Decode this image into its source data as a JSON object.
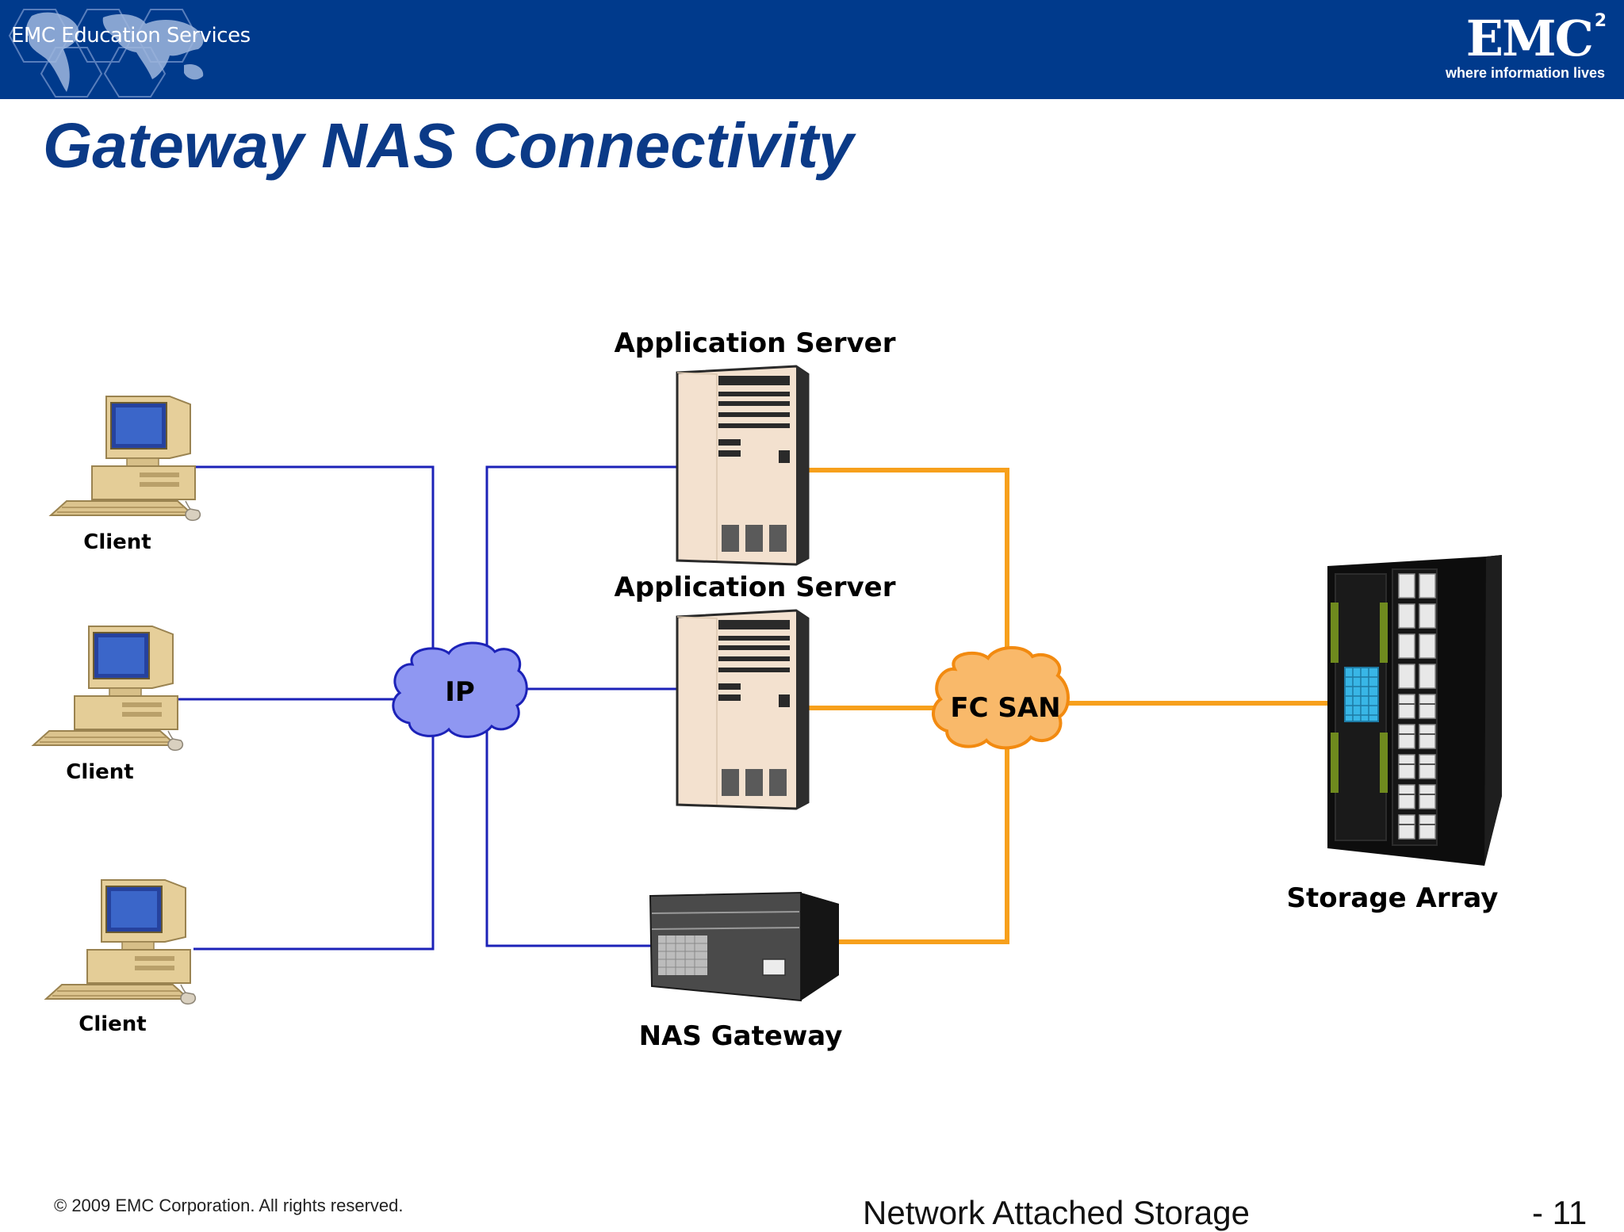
{
  "header": {
    "education_label": "EMC Education Services",
    "logo_text": "EMC",
    "logo_superscript": "2",
    "tagline": "where information lives"
  },
  "slide": {
    "title": "Gateway NAS Connectivity"
  },
  "diagram": {
    "clients": [
      "Client",
      "Client",
      "Client"
    ],
    "ip_network": "IP",
    "app_servers": [
      "Application Server",
      "Application Server"
    ],
    "nas_gateway": "NAS Gateway",
    "fc_san": "FC SAN",
    "storage_array": "Storage Array",
    "colors": {
      "ip_links": "#1c22b8",
      "fc_links": "#f7a01c",
      "ip_cloud": "#8f97f2",
      "fc_cloud": "#f9b96a",
      "header": "#003a8c",
      "title": "#0b3a87"
    }
  },
  "footer": {
    "copyright": "© 2009 EMC Corporation. All rights reserved.",
    "topic": "Network Attached Storage",
    "page": "- 11"
  }
}
